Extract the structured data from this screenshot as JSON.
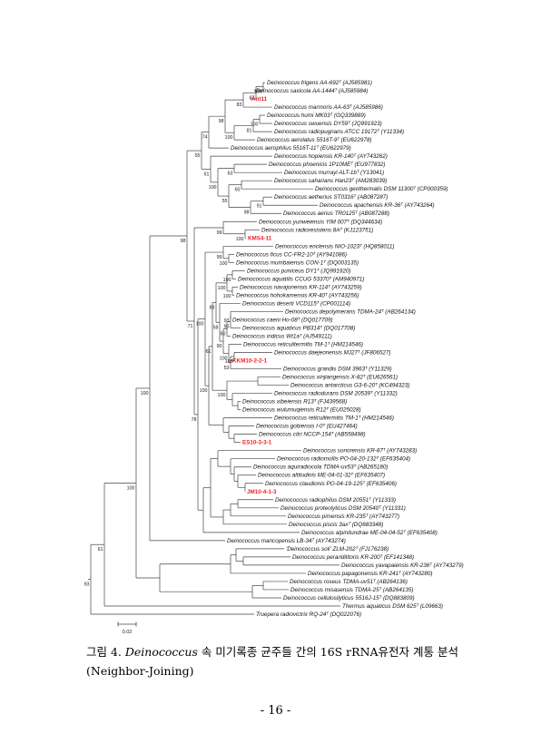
{
  "tree": {
    "taxa": [
      {
        "label": "Deinococcus frigens AA-692ᵀ (AJ585981)",
        "hl": false
      },
      {
        "label": "Deinococcus saxicola AA-1444ᵀ (AJ585984)",
        "hl": false
      },
      {
        "label": "Ant11",
        "hl": true
      },
      {
        "label": "Deinococcus marmoris AA-63ᵀ (AJ585986)",
        "hl": false
      },
      {
        "label": "Deinococcus humi MK03ᵀ (GQ339889)",
        "hl": false
      },
      {
        "label": "Deinococcus swuensis DY59ᵀ (JQ991923)",
        "hl": false
      },
      {
        "label": "Deinococcus radiopugnans ATCC 19172ᵀ (Y11334)",
        "hl": false
      },
      {
        "label": "Deinococcus aerolatus 5516T-9ᵀ (EU622978)",
        "hl": false
      },
      {
        "label": "Deinococcus aerophilus 5516T-11ᵀ (EU622979)",
        "hl": false
      },
      {
        "label": "Deinococcus hopiensis KR-140ᵀ (AY743262)",
        "hl": false
      },
      {
        "label": "Deinococcus phoenicis 1P10MEᵀ (EU977832)",
        "hl": false
      },
      {
        "label": "Deinococcus murrayi ALT-1bᵀ (Y13041)",
        "hl": false
      },
      {
        "label": "Deinococcus saharians Han23ᵀ (AM283039)",
        "hl": false
      },
      {
        "label": "Deinococcus geothermalis DSM 11300ᵀ (CP000359)",
        "hl": false
      },
      {
        "label": "Deinococcus aetherius ST0316ᵀ (AB087287)",
        "hl": false
      },
      {
        "label": "Deinococcus apachensis KR-36ᵀ (AY743264)",
        "hl": false
      },
      {
        "label": "Deinococcus aerius TR0125ᵀ (AB087288)",
        "hl": false
      },
      {
        "label": "Deinococcus yunweiensis YIM 007ᵀ (DQ344634)",
        "hl": false
      },
      {
        "label": "Deinococcus radioresistens 8Aᵀ (KJ123751)",
        "hl": false
      },
      {
        "label": "KMS4-11",
        "hl": true
      },
      {
        "label": "Deinococcus enclensis NIO-1023ᵀ (HQ858011)",
        "hl": false
      },
      {
        "label": "Deinococcus ficus CC-FR2-10ᵀ (AY941086)",
        "hl": false
      },
      {
        "label": "Deinococcus mumbaiensis CON-1ᵀ (DQ003135)",
        "hl": false
      },
      {
        "label": "Deinococcus puniceus DY1ᵀ (JQ991920)",
        "hl": false
      },
      {
        "label": "Deinococcus aquatilis CCUG 53370ᵀ (AM940971)",
        "hl": false
      },
      {
        "label": "Deinococcus navajonensis KR-114ᵀ (AY743259)",
        "hl": false
      },
      {
        "label": "Deinococcus hohokamensis KR-40ᵀ (AY743256)",
        "hl": false
      },
      {
        "label": "Deinococcus deserti VCD115ᵀ (CP001114)",
        "hl": false
      },
      {
        "label": "Deinococcus depolymerans TDMA-24ᵀ (AB264134)",
        "hl": false
      },
      {
        "label": "Deinococcus caeni Ho-08ᵀ (DQ017709)",
        "hl": false
      },
      {
        "label": "Deinococcus aquaticus PB314ᵀ (DQ017708)",
        "hl": false
      },
      {
        "label": "Deinococcus indicus Wt1aᵀ (AJ549111)",
        "hl": false
      },
      {
        "label": "Deinococcus reticulitermitis TM-1ᵀ (HM214546)",
        "hl": false
      },
      {
        "label": "Deinococcus daejeonensis MJ27ᵀ (JF806527)",
        "hl": false
      },
      {
        "label": "KKM10-2-2-1",
        "hl": true
      },
      {
        "label": "Deinococcus grandis DSM 3963ᵀ (Y11329)",
        "hl": false
      },
      {
        "label": "Deinococcus xinjiangensis X-82ᵀ (EU626561)",
        "hl": false
      },
      {
        "label": "Deinococcus antarcticus G3-6-20ᵀ (KC494323)",
        "hl": false
      },
      {
        "label": "Deinococcus radiodurans DSM 20539ᵀ (Y11332)",
        "hl": false
      },
      {
        "label": "Deinococcus xibeiensis R13ᵀ (FJ439568)",
        "hl": false
      },
      {
        "label": "Deinococcus wulumuqiensis R12ᵀ (EU025028)",
        "hl": false
      },
      {
        "label": "Deinococcus reticulitermitis TM-1ᵀ (HM214546)",
        "hl": false
      },
      {
        "label": "Deinococcus gobiensis I-0ᵀ (EU427464)",
        "hl": false
      },
      {
        "label": "Deinococcus citri NCCP-154ᵀ (AB558498)",
        "hl": false
      },
      {
        "label": "ES10-3-3-1",
        "hl": true
      },
      {
        "label": "Deinococcus sonorensis KR-87ᵀ (AY743283)",
        "hl": false
      },
      {
        "label": "Deinococcus radiomollis PO-04-20-132ᵀ (EF635404)",
        "hl": false
      },
      {
        "label": "Deinococcus aquiradiocola TDMA-uv53ᵀ (AB265180)",
        "hl": false
      },
      {
        "label": "Deinococcus altitudinis ME-04-01-32ᵀ (EF635407)",
        "hl": false
      },
      {
        "label": "Deinococcus claudionis PO-04-19-125ᵀ (EF635406)",
        "hl": false
      },
      {
        "label": "JM10-4-1-3",
        "hl": true
      },
      {
        "label": "Deinococcus radiophilus DSM 20551ᵀ (Y11333)",
        "hl": false
      },
      {
        "label": "Deinococcus proteolyticus DSM 20540ᵀ (Y11331)",
        "hl": false
      },
      {
        "label": "Deinococcus pimensis KR-235ᵀ (AY743277)",
        "hl": false
      },
      {
        "label": "Deinococcus piscis 3axᵀ (DQ683348)",
        "hl": false
      },
      {
        "label": "Deinococcus alpinitundrae ME-04-04-52ᵀ (EF635408)",
        "hl": false
      },
      {
        "label": "Deinococcus maricopensis LB-34ᵀ (AY743274)",
        "hl": false
      },
      {
        "label": "'Deinococcus soli' ZLM-202ᵀ (FJ176238)",
        "hl": false
      },
      {
        "label": "Deinococcus peraridilitoris KR-200ᵀ (EF141348)",
        "hl": false
      },
      {
        "label": "Deinococcus yavapaiensis KR-236ᵀ (AY743279)",
        "hl": false
      },
      {
        "label": "Deinococcus papagonensis KR-241ᵀ (AY743280)",
        "hl": false
      },
      {
        "label": "Deinococcus roseus TDMA-uv51ᵀ (AB264136)",
        "hl": false
      },
      {
        "label": "Deinococcus misasensis TDMA-25ᵀ (AB264135)",
        "hl": false
      },
      {
        "label": "Deinococcus cellulosilyticus 5516J-15ᵀ (DQ883809)",
        "hl": false
      },
      {
        "label": "Thermus aquaticus DSM 625ᵀ (L09663)",
        "hl": false
      },
      {
        "label": "Truepera radiovictrix RQ-24ᵀ (DQ022076)",
        "hl": false
      }
    ],
    "bootstraps": [
      "93",
      "61",
      "100",
      "100",
      "98",
      "55",
      "74",
      "98",
      "83",
      "87",
      "100",
      "100",
      "81",
      "100",
      "61",
      "100",
      "63",
      "55",
      "60",
      "98",
      "91",
      "71",
      "99",
      "100",
      "78",
      "100",
      "99",
      "100",
      "100",
      "61",
      "83",
      "100",
      "100",
      "100",
      "58",
      "90",
      "60",
      "90",
      "93",
      "100",
      "53",
      "100",
      "100"
    ],
    "scale_label": "0.02",
    "colors": {
      "highlight": "#e8222a",
      "branch": "#444444"
    }
  },
  "caption": {
    "prefix": "그림 4. ",
    "genus": "Deinococcus",
    "rest": " 속 미기록종 균주들 간의 16S rRNA유전자 계통 분석 (Neighbor-Joining)"
  },
  "page_number": "- 16 -"
}
